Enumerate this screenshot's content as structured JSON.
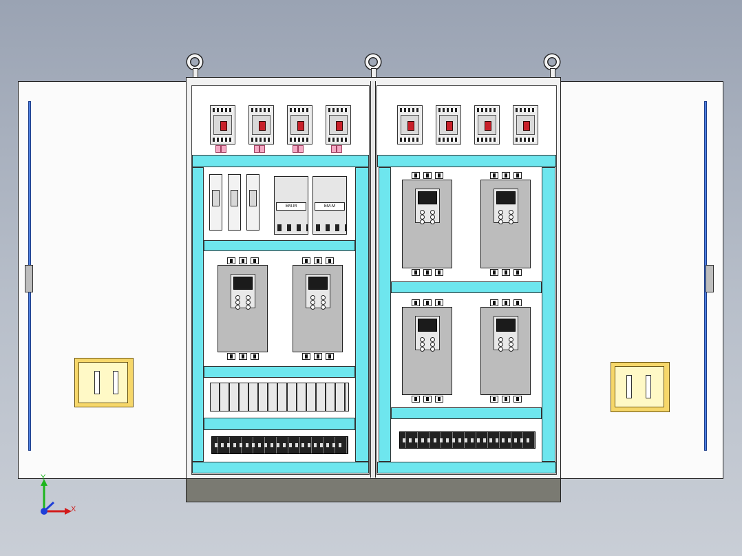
{
  "scene": {
    "description_hidden": false,
    "colors": {
      "background_top": "#9aa3b3",
      "rail": "#6ee6ee",
      "door": "#fbfbfb",
      "drive_body": "#bcbcbc",
      "breaker_handle": "#c8202a",
      "document_pocket": "#f6d76a",
      "door_rod": "#4d7fe0"
    }
  },
  "axes": {
    "x_label": "X",
    "y_label": "Y"
  },
  "left_section": {
    "breakers_count": 4,
    "fuse_holders": 3,
    "contactors": [
      {
        "label": "EM-M"
      },
      {
        "label": "EM-M"
      }
    ],
    "drives_count": 2
  },
  "right_section": {
    "breakers_count": 4,
    "drives_count": 4
  }
}
